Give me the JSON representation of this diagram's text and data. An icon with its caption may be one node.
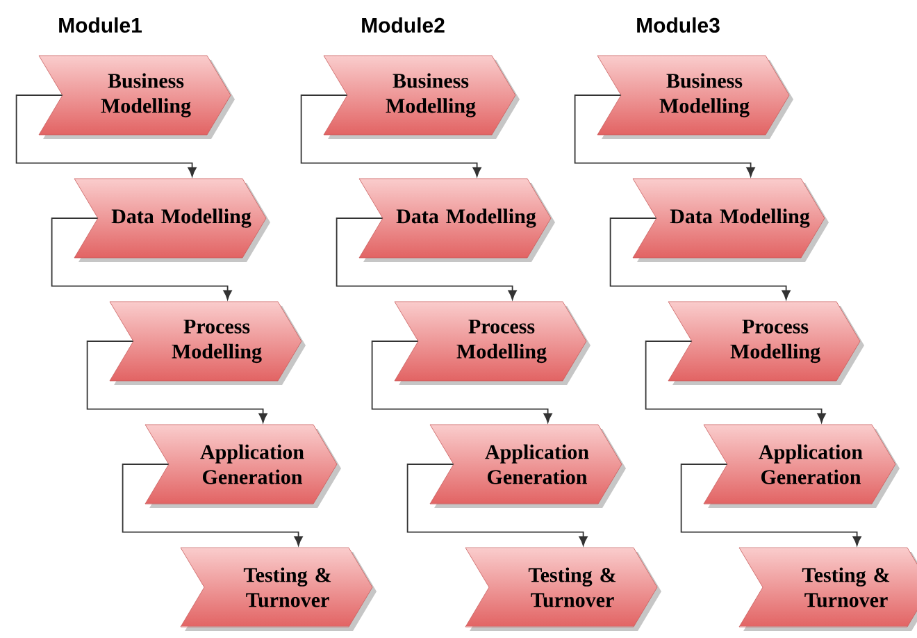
{
  "diagram": {
    "nodes": [
      {
        "text": [
          "Business Modelling"
        ]
      },
      {
        "text": [
          "Data Modelling"
        ]
      },
      {
        "text": [
          "Process Modelling"
        ]
      },
      {
        "text": [
          "Application Generation"
        ]
      },
      {
        "text": [
          "Testing & Turnover"
        ]
      },
      {
        "text": [
          "Business Modelling"
        ]
      },
      {
        "text": [
          "Data Modelling"
        ]
      },
      {
        "text": [
          "Process Modelling"
        ]
      },
      {
        "text": [
          "Application Generation"
        ]
      },
      {
        "text": [
          "Testing & Turnover"
        ]
      },
      {
        "text": [
          "Business Modelling"
        ]
      },
      {
        "text": [
          "Data Modelling"
        ]
      },
      {
        "text": [
          "Process Modelling"
        ]
      },
      {
        "text": [
          "Application Generation"
        ]
      },
      {
        "text": [
          "Testing & Turnover"
        ]
      }
    ],
    "edges": [
      {
        "from": 0,
        "to": 1,
        "arrow": "to"
      },
      {
        "from": 1,
        "to": 2,
        "arrow": "to"
      },
      {
        "from": 2,
        "to": 3,
        "arrow": "to"
      },
      {
        "from": 3,
        "to": 4,
        "arrow": "to"
      },
      {
        "from": 5,
        "to": 6,
        "arrow": "to"
      },
      {
        "from": 6,
        "to": 7,
        "arrow": "to"
      },
      {
        "from": 7,
        "to": 8,
        "arrow": "to"
      },
      {
        "from": 8,
        "to": 9,
        "arrow": "to"
      },
      {
        "from": 10,
        "to": 11,
        "arrow": "to"
      },
      {
        "from": 11,
        "to": 12,
        "arrow": "to"
      },
      {
        "from": 12,
        "to": 13,
        "arrow": "to"
      },
      {
        "from": 13,
        "to": 14,
        "arrow": "to"
      }
    ],
    "labels": [
      "Module1",
      "Module2",
      "Module3"
    ]
  }
}
